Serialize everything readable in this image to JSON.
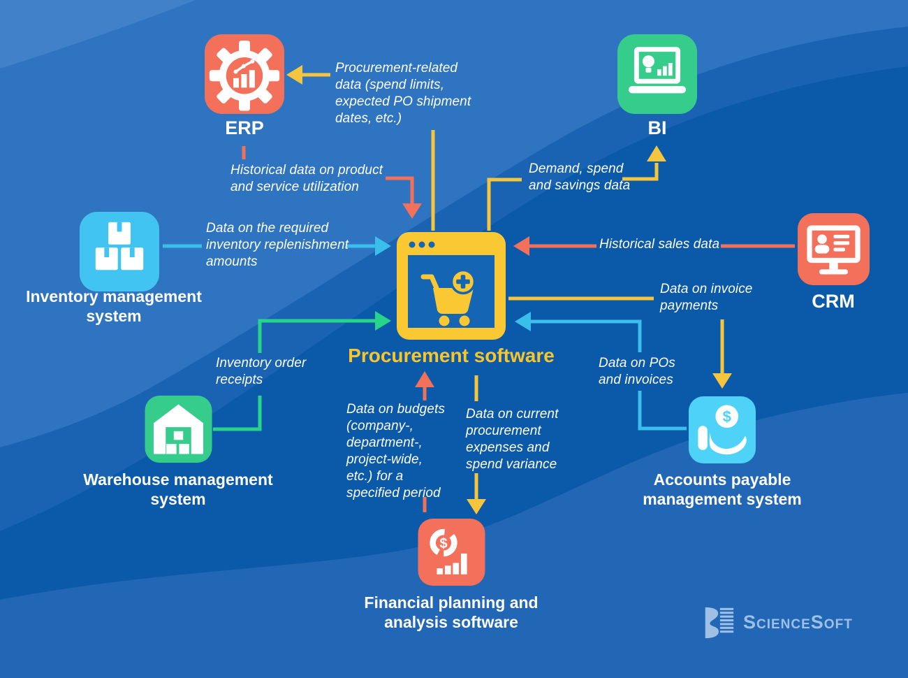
{
  "nodes": {
    "center": {
      "label": "Procurement software",
      "icon": "shopping-cart-window-icon",
      "color": "#F9C833"
    },
    "erp": {
      "label": "ERP",
      "icon": "gear-chart-icon",
      "color": "#F3705A"
    },
    "bi": {
      "label": "BI",
      "icon": "laptop-analytics-icon",
      "color": "#36CD8C"
    },
    "crm": {
      "label": "CRM",
      "icon": "monitor-contact-icon",
      "color": "#F3705A"
    },
    "inventory": {
      "label": "Inventory management system",
      "icon": "boxes-icon",
      "color": "#41C4F1"
    },
    "warehouse": {
      "label": "Warehouse management system",
      "icon": "warehouse-icon",
      "color": "#36CD8C"
    },
    "accounts_payable": {
      "label": "Accounts payable management system",
      "icon": "hand-dollar-icon",
      "color": "#4FD2F8"
    },
    "financial_planning": {
      "label": "Financial planning and analysis software",
      "icon": "donut-dollar-chart-icon",
      "color": "#F3705A"
    }
  },
  "flows": {
    "center_to_erp": "Procurement-related data (spend limits, expected PO shipment dates, etc.)",
    "erp_to_center": "Historical data on product and service utilization",
    "center_to_bi": "Demand, spend and savings data",
    "inventory_to_center": "Data on the required inventory replenishment amounts",
    "crm_to_center": "Historical sales data",
    "center_to_accounts_payable": "Data on invoice payments",
    "accounts_payable_to_center": "Data on POs and invoices",
    "warehouse_to_center": "Inventory order receipts",
    "financial_planning_to_center": "Data on budgets (company-, department-, project-wide, etc.) for a specified period",
    "center_to_financial_planning": "Data on current procurement expenses and spend variance"
  },
  "logo": {
    "text": "ScienceSoft"
  },
  "colors": {
    "background": "#0B5AA9",
    "wave_mid": "#1963B2",
    "wave_light": "#2F74C0",
    "wave_corner": "#4181C9",
    "wave_bottom": "#2267B5",
    "arrow_yellow": "#F5C53E",
    "arrow_red": "#F3705A",
    "arrow_cyan": "#3ABEEC",
    "arrow_green": "#27D489",
    "center_inner_blue": "#1565B5",
    "title_yellow": "#F8C62C",
    "label_white": "#FFFFFF",
    "logo_blue": "#9FC0E5"
  }
}
